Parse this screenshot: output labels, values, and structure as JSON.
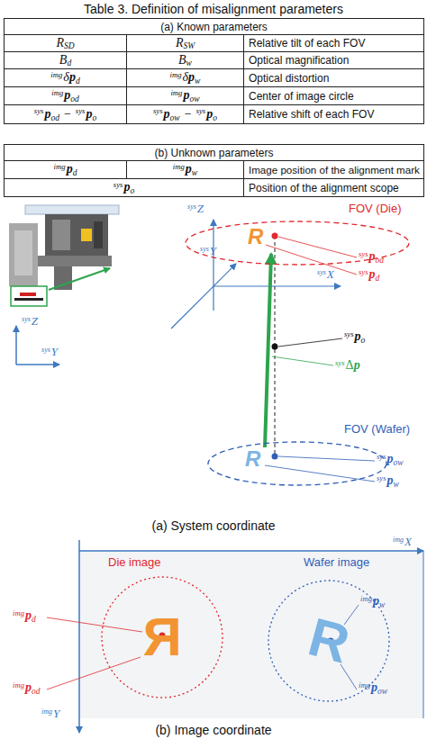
{
  "diagram": {
    "title": "Table 3. Definition of misalignment parameters",
    "nodes": [
      {
        "text": [
          "FOV (Die)",
          "R"
        ]
      },
      {
        "text": [
          "FOV (Wafer)",
          "R"
        ]
      },
      {
        "text": [
          "Die image",
          "R"
        ]
      },
      {
        "text": [
          "Wafer image",
          "R"
        ]
      }
    ],
    "labels": [
      "(a) Known parameters",
      "R",
      "SD",
      "R",
      "SW",
      "Relative tilt of each FOV",
      "B",
      "d",
      "B",
      "w",
      "Optical magnification",
      "img",
      "δ",
      "p",
      "d",
      "img",
      "δ",
      "p",
      "w",
      "Optical distortion",
      "img",
      "p",
      "od",
      "img",
      "p",
      "ow",
      "Center of image circle",
      "sys",
      "p",
      "od",
      "−",
      "sys",
      "p",
      "o",
      "sys",
      "p",
      "ow",
      "−",
      "sys",
      "p",
      "o",
      "Relative shift of each FOV",
      "(b) Unknown parameters",
      "img",
      "p",
      "d",
      "img",
      "p",
      "w",
      "Image position of the alignment mark",
      "sys",
      "p",
      "o",
      "Position of the alignment scope",
      "sys",
      "Z",
      "sys",
      "Y",
      "sys",
      "Z",
      "sys",
      "Y",
      "sys",
      "X",
      "sys",
      "p",
      "od",
      "sys",
      "p",
      "d",
      "sys",
      "p",
      "o",
      "sys",
      "Δ",
      "p",
      "sys",
      "p",
      "ow",
      "sys",
      "p",
      "w",
      "(a) System coordinate",
      "img",
      "X",
      "img",
      "Y",
      "img",
      "p",
      "d",
      "img",
      "p",
      "od",
      "img",
      "p",
      "w",
      "img",
      "p",
      "ow",
      "(b) Image coordinate"
    ]
  }
}
